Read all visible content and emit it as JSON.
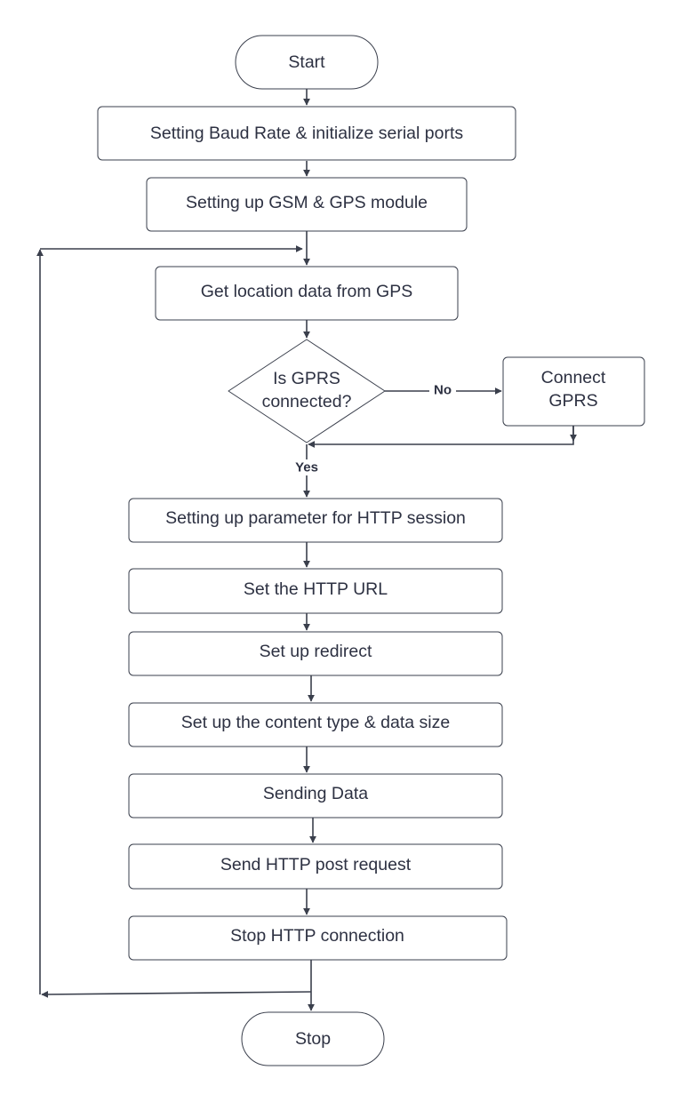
{
  "diagram": {
    "type": "flowchart",
    "nodes": {
      "start": "Start",
      "baud": "Setting Baud Rate & initialize serial ports",
      "gsm": "Setting up GSM & GPS module",
      "location": "Get location data from GPS",
      "gprs_check": [
        "Is GPRS",
        "connected?"
      ],
      "connect_gprs": [
        "Connect",
        "GPRS"
      ],
      "http_params": "Setting up parameter for HTTP session",
      "http_url": "Set the HTTP URL",
      "redirect": "Set up redirect",
      "content_type": "Set up the content type & data size",
      "sending": "Sending Data",
      "post": "Send HTTP post request",
      "stop_http": "Stop HTTP connection",
      "stop": "Stop"
    },
    "edge_labels": {
      "no": "No",
      "yes": "Yes"
    },
    "colors": {
      "stroke": "#3a3f4c",
      "text": "#2d3142",
      "fill": "#ffffff",
      "background": "#ffffff"
    }
  }
}
